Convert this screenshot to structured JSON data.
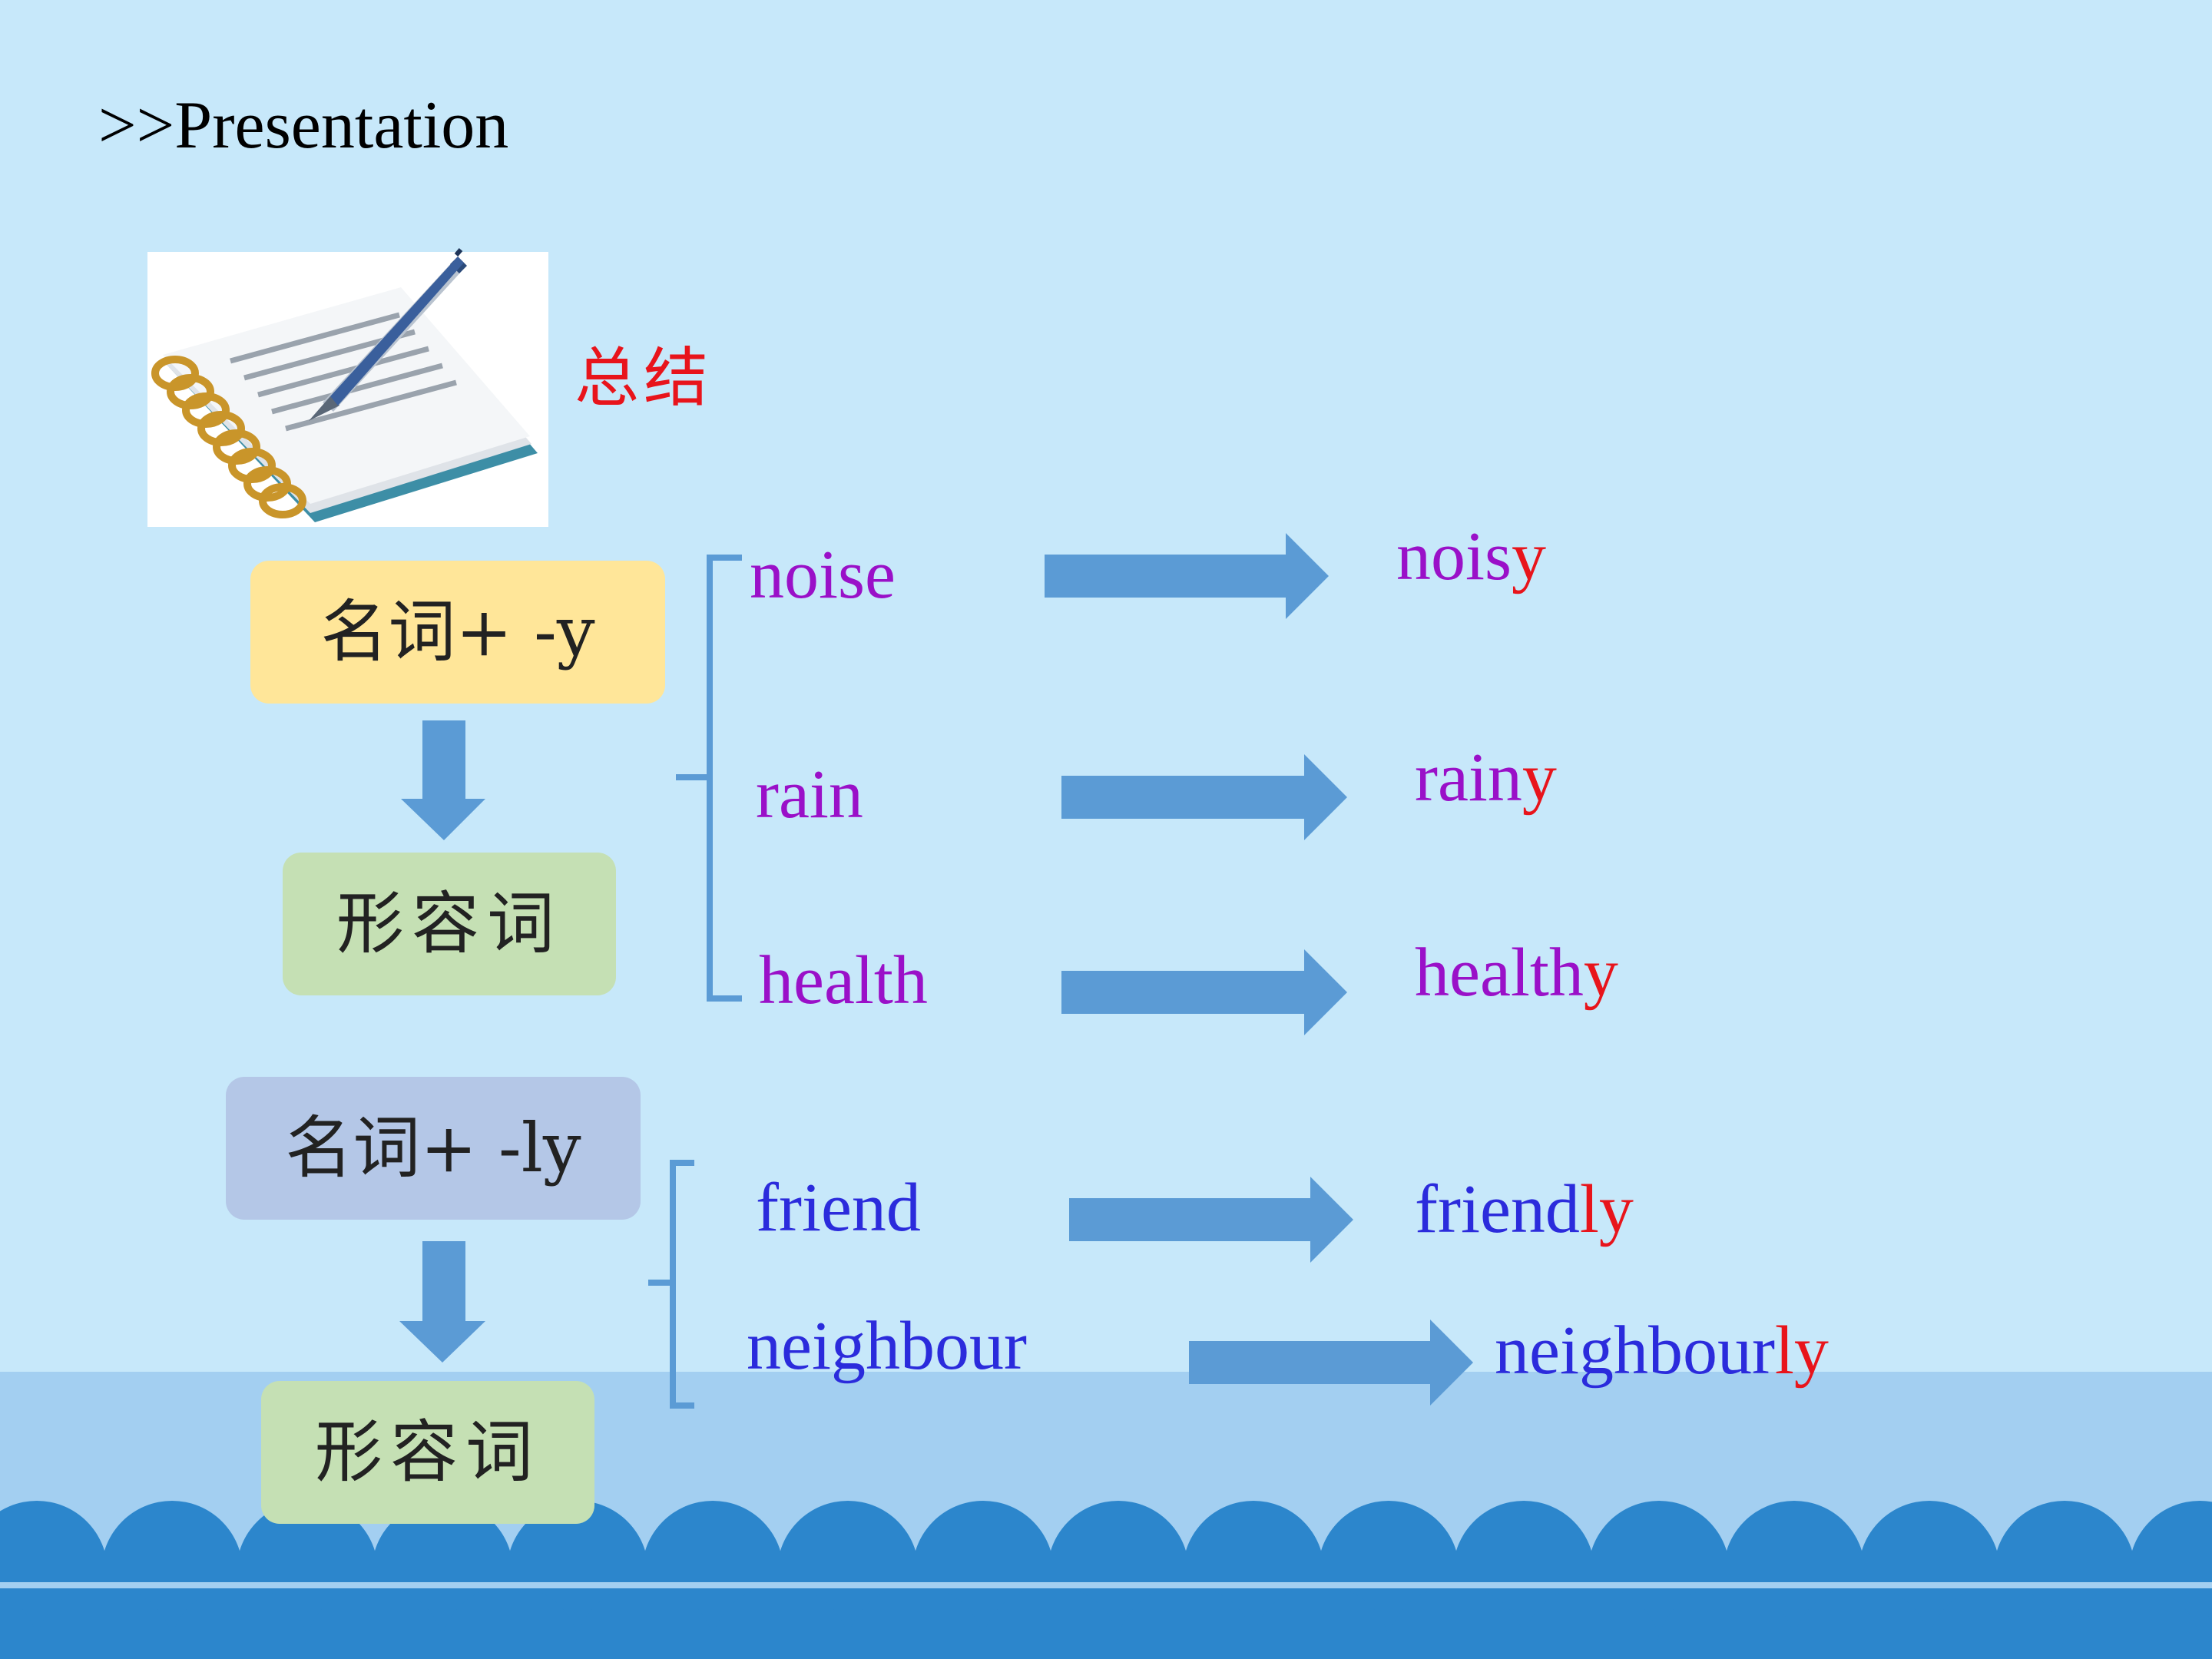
{
  "heading": ">>Presentation",
  "summary_label": "总结",
  "rules": [
    {
      "rule_label": "名词+ -y",
      "result_label": "形容词",
      "words": [
        {
          "noun": "noise",
          "stem": "nois",
          "suffix": "y"
        },
        {
          "noun": "rain",
          "stem": "rain",
          "suffix": "y"
        },
        {
          "noun": "health",
          "stem": "health",
          "suffix": "y"
        }
      ]
    },
    {
      "rule_label": "名词+ -ly",
      "result_label": "形容词",
      "words": [
        {
          "noun": "friend",
          "stem": "friend",
          "suffix": "ly"
        },
        {
          "noun": "neighbour",
          "stem": "neighbour",
          "suffix": "ly"
        }
      ]
    }
  ],
  "colors": {
    "background": "#c7e8fa",
    "wave": "#2c86cc",
    "arrow": "#5b9bd5",
    "rule_y_box": "#ffe699",
    "rule_ly_box": "#b4c7e7",
    "result_box": "#c5e0b4",
    "noun_purple": "#9a10c8",
    "noun_blue": "#2b2bdc",
    "suffix_red": "#e8141b"
  },
  "icons": [
    "notebook-pen-icon",
    "arrow-right-icon",
    "arrow-down-icon",
    "bracket-icon"
  ]
}
